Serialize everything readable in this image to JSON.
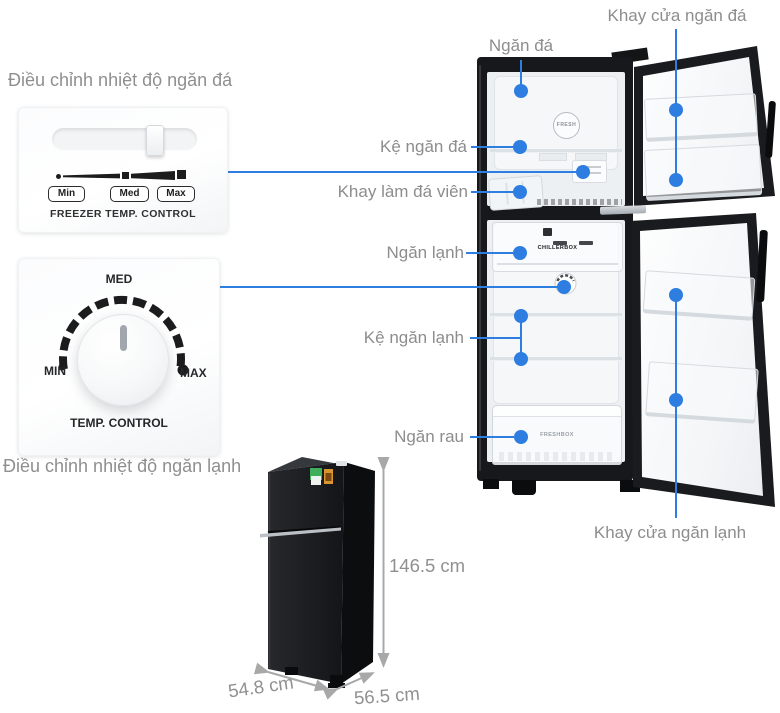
{
  "colors": {
    "accent_blue": "#2E7DE1",
    "label_gray": "#8D8D8D",
    "fridge_black": "#1A1B1E",
    "arrow_gray": "#A8A8A8"
  },
  "headings": {
    "freezer_adjust": "Điều chỉnh nhiệt độ ngăn đá",
    "fridge_adjust": "Điều chỉnh nhiệt độ ngăn lạnh"
  },
  "freezer_panel": {
    "min": "Min",
    "med": "Med",
    "max": "Max",
    "caption": "FREEZER TEMP. CONTROL"
  },
  "dial_panel": {
    "med": "MED",
    "min": "MIN",
    "max": "MAX",
    "caption": "TEMP. CONTROL"
  },
  "callouts": {
    "freezer_door_tray": "Khay cửa ngăn đá",
    "freezer_compartment": "Ngăn đá",
    "freezer_shelf": "Kệ ngăn đá",
    "ice_cube_tray": "Khay làm đá viên",
    "fridge_compartment": "Ngăn lạnh",
    "fridge_shelf": "Kệ ngăn lạnh",
    "vegetable_drawer": "Ngăn rau",
    "fridge_door_tray": "Khay cửa ngăn lạnh"
  },
  "fridge_graphics": {
    "fresh_logo": "FRESH",
    "chiller_box": "CHILLERBOX",
    "drawer_label": "FRESHBOX"
  },
  "dimensions": {
    "height": "146.5 cm",
    "width": "54.8 cm",
    "depth": "56.5 cm"
  }
}
